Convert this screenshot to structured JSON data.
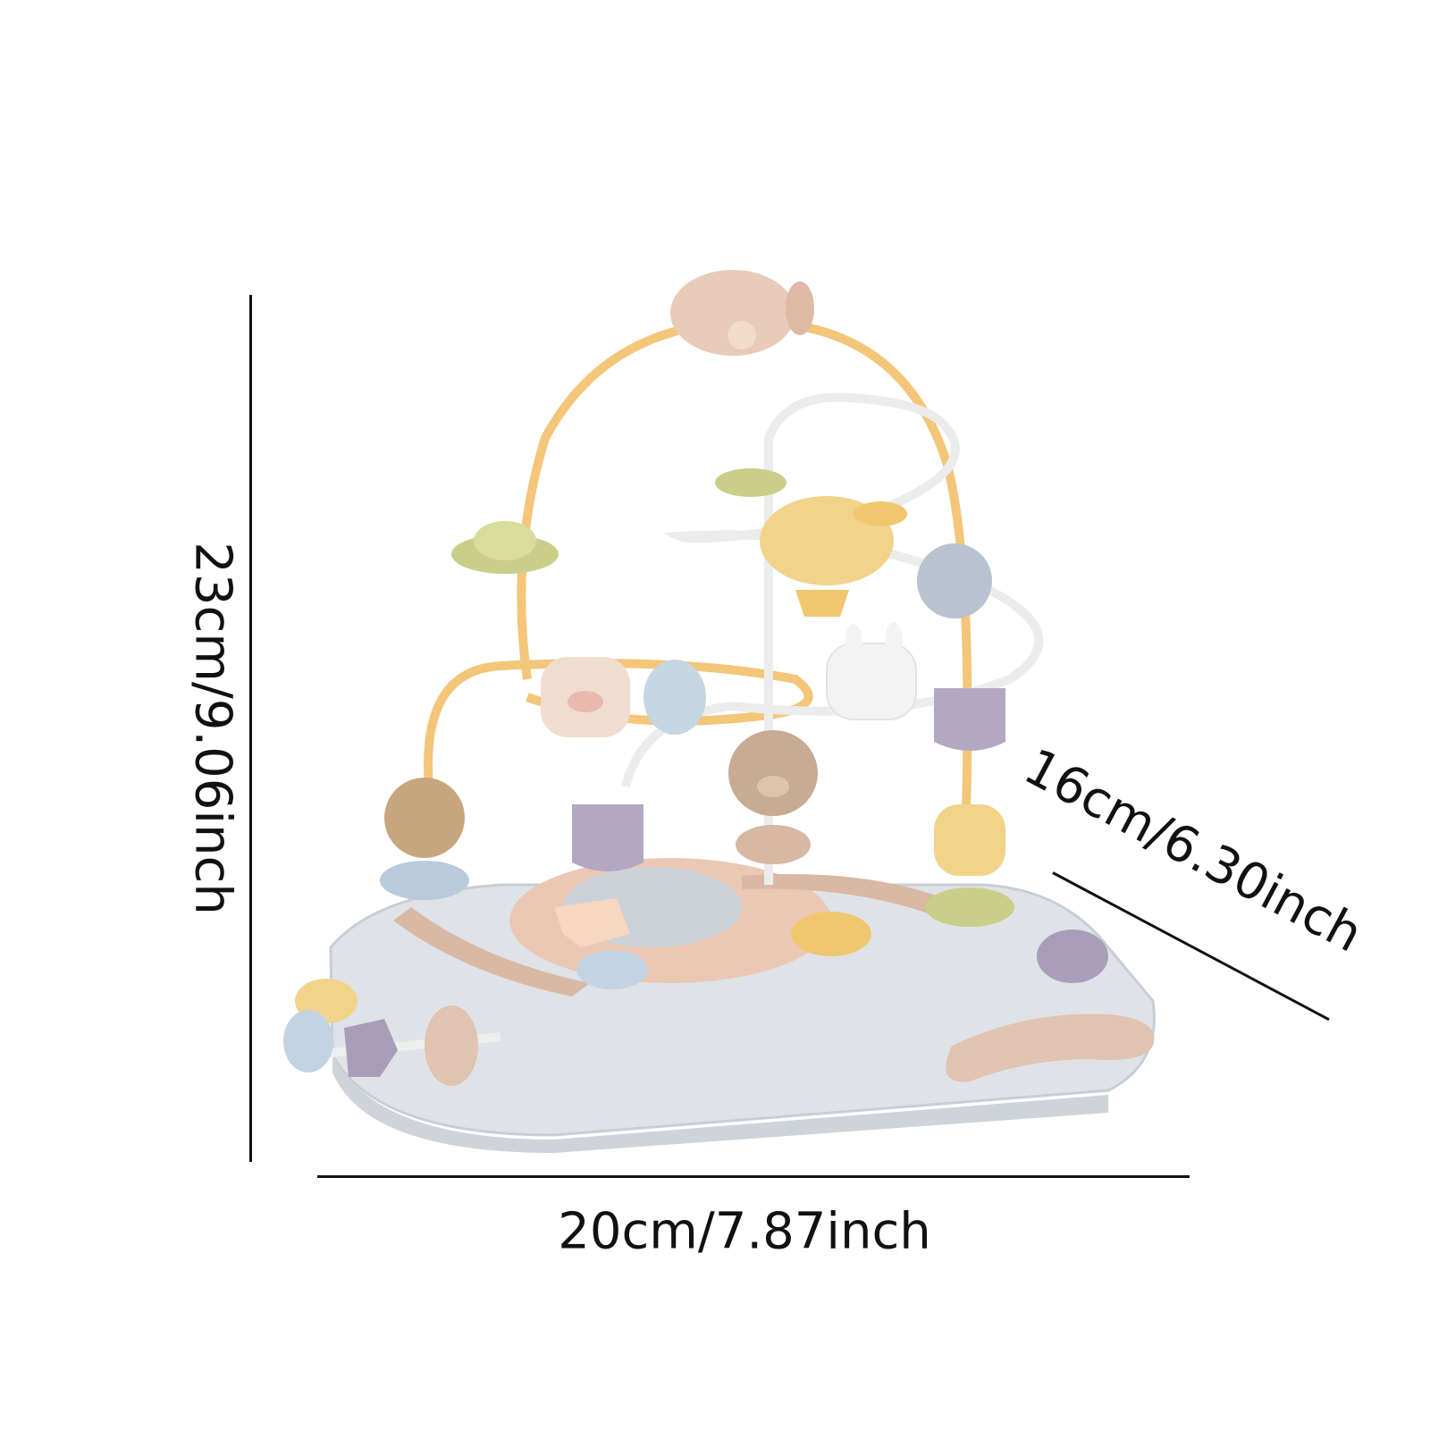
{
  "dimensions": {
    "height_label": "23cm/9.06inch",
    "width_label": "20cm/7.87inch",
    "depth_label": "16cm/6.30inch"
  },
  "colors": {
    "background": "#ffffff",
    "base": "#dfe3e8",
    "base_accent": "#e0c3b0",
    "wire_yellow": "#f3c679",
    "wire_white": "#eeeeee",
    "bead_pink": "#e8cbb8",
    "bead_green": "#c9cf88",
    "bead_lavender": "#b3a8c2",
    "bead_blue": "#b9cbd9",
    "bead_brown": "#c7a67d",
    "bead_yellow": "#f2d38a",
    "lines": "#111111"
  },
  "icons": [
    "bead-maze-toy"
  ]
}
